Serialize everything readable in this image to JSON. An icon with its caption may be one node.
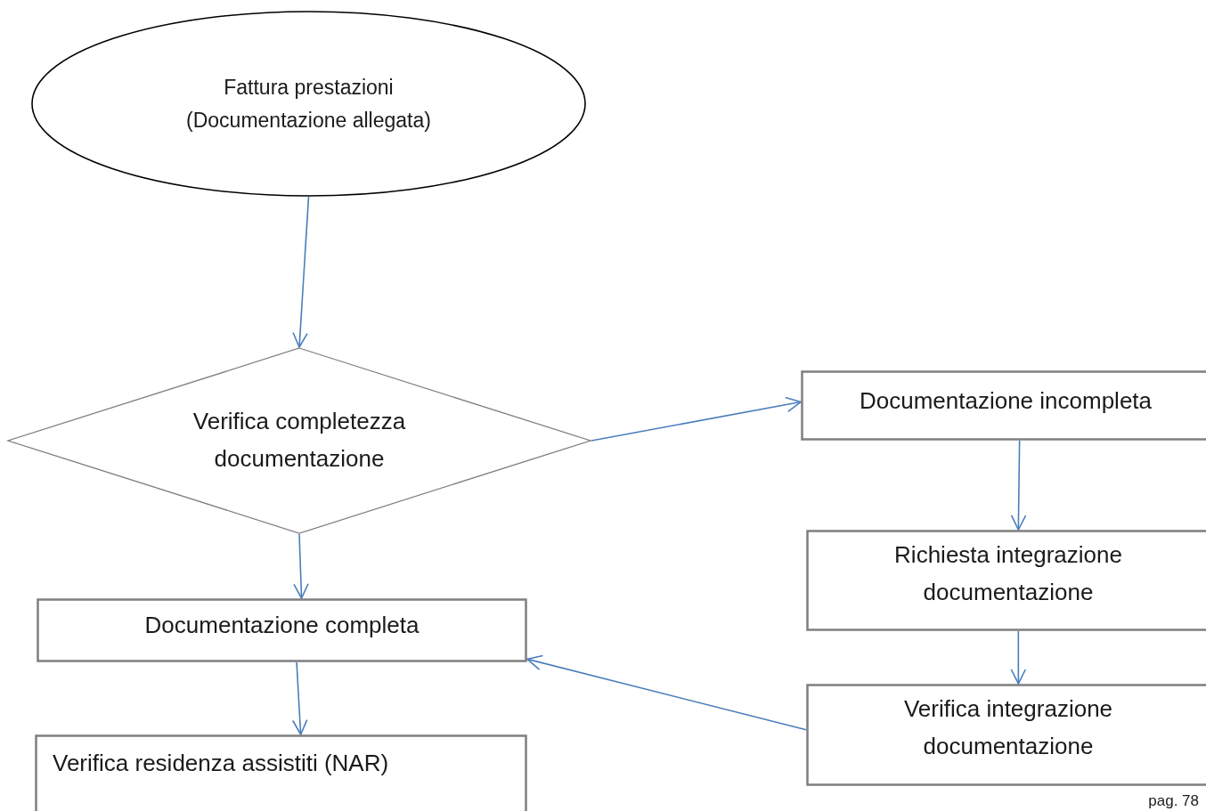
{
  "diagram": {
    "nodes": [
      {
        "text": [
          "Fattura prestazioni (Documentazione allegata)"
        ]
      },
      {
        "text": [
          "Verifica completezza documentazione"
        ]
      },
      {
        "text": [
          "Documentazione incompleta"
        ]
      },
      {
        "text": [
          "Richiesta integrazione documentazione"
        ]
      },
      {
        "text": [
          "Documentazione completa"
        ]
      },
      {
        "text": [
          "Verifica integrazione documentazione"
        ]
      },
      {
        "text": [
          "Verifica residenza assistiti (NAR)"
        ]
      }
    ],
    "edges": [
      {
        "from": 0,
        "to": 1,
        "arrow": "to"
      },
      {
        "from": 1,
        "to": 2,
        "arrow": "to"
      },
      {
        "from": 2,
        "to": 3,
        "arrow": "to"
      },
      {
        "from": 3,
        "to": 5,
        "arrow": "to"
      },
      {
        "from": 1,
        "to": 4,
        "arrow": "to"
      },
      {
        "from": 5,
        "to": 4,
        "arrow": "to"
      },
      {
        "from": 4,
        "to": 6,
        "arrow": "to"
      }
    ],
    "labels": [
      "pag. 78"
    ]
  }
}
